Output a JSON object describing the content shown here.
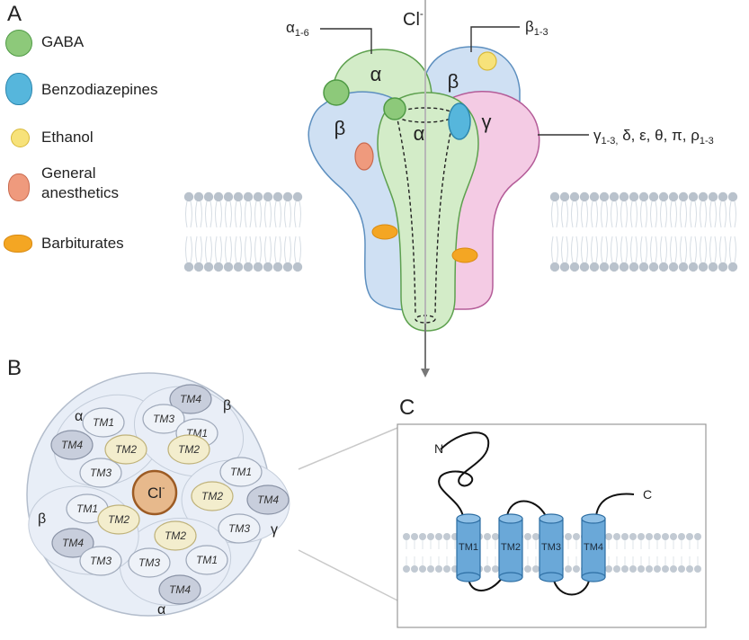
{
  "panels": {
    "a": "A",
    "b": "B",
    "c": "C"
  },
  "legend": [
    {
      "key": "gaba",
      "label": "GABA",
      "color": "#8dc97a",
      "icon": "gaba-ligand-icon"
    },
    {
      "key": "benzo",
      "label": "Benzodiazepines",
      "color": "#56b6dc",
      "icon": "benzodiazepine-ligand-icon"
    },
    {
      "key": "ethanol",
      "label": "Ethanol",
      "color": "#f7e27a",
      "icon": "ethanol-ligand-icon"
    },
    {
      "key": "anesthetic",
      "label_lines": [
        "General",
        "anesthetics"
      ],
      "color": "#ef9a7d",
      "icon": "anesthetic-ligand-icon"
    },
    {
      "key": "barbiturate",
      "label": "Barbiturates",
      "color": "#f4a623",
      "icon": "barbiturate-ligand-icon"
    }
  ],
  "receptor": {
    "ion": "Cl",
    "ion_charge": "-",
    "alpha_callout": {
      "base": "α",
      "sub": "1-6"
    },
    "beta_callout": {
      "base": "β",
      "sub": "1-3"
    },
    "gamma_callout": {
      "base": "γ",
      "sub": "1-3,",
      "rest": " δ, ε, θ, π, ρ",
      "rest_sub": "1-3"
    },
    "subunits": {
      "alpha_top": "α",
      "beta_left": "β",
      "beta_right": "β",
      "alpha_front": "α",
      "gamma": "γ"
    }
  },
  "pore": {
    "center": "Cl",
    "center_charge": "-",
    "greek": {
      "alpha_top": "α",
      "beta_top": "β",
      "beta_left": "β",
      "gamma": "γ",
      "alpha_bottom": "α"
    },
    "tm": {
      "t1": "TM4",
      "t2": "TM3",
      "t3": "TM1",
      "a1": "TM1",
      "a2": "TM4",
      "a3": "TM3",
      "g1": "TM1",
      "g2": "TM4",
      "g3": "TM3",
      "b1": "TM1",
      "b2": "TM4",
      "b3": "TM3",
      "c1": "TM3",
      "c2": "TM1",
      "c3": "TM4",
      "p1": "TM2",
      "p2": "TM2",
      "p3": "TM2",
      "p4": "TM2",
      "p5": "TM2"
    }
  },
  "topology": {
    "n_label": "N",
    "c_label": "C",
    "helices": [
      "TM1",
      "TM2",
      "TM3",
      "TM4"
    ]
  }
}
